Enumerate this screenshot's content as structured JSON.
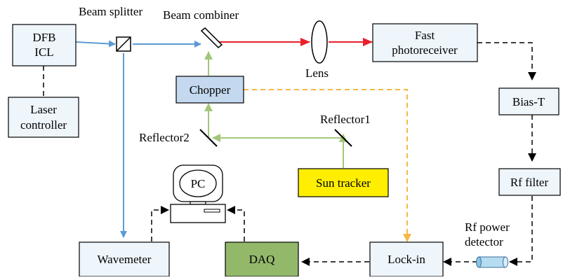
{
  "diagram": {
    "boxes": {
      "dfb_line1": "DFB",
      "dfb_line2": "ICL",
      "laser_line1": "Laser",
      "laser_line2": "controller",
      "chopper": "Chopper",
      "fast_line1": "Fast",
      "fast_line2": "photoreceiver",
      "bias_t": "Bias-T",
      "rf_filter": "Rf filter",
      "sun_tracker": "Sun tracker",
      "wavemeter": "Wavemeter",
      "daq": "DAQ",
      "lock_in": "Lock-in",
      "pc": "PC"
    },
    "labels": {
      "beam_splitter": "Beam splitter",
      "beam_combiner": "Beam combiner",
      "lens": "Lens",
      "reflector1": "Reflector1",
      "reflector2": "Reflector2",
      "rf_power_line1": "Rf power",
      "rf_power_line2": "detector"
    },
    "colors": {
      "box_fill": "#eef5fb",
      "chopper_fill": "#c4d9ef",
      "sun_tracker_fill": "#ffee00",
      "daq_fill": "#93b86a",
      "laser_beam": "#5b9bd5",
      "combined_beam": "#e8202a",
      "sun_beam": "#a3c77a",
      "reference_signal": "#f4b942",
      "electrical_signal": "#000000"
    }
  }
}
